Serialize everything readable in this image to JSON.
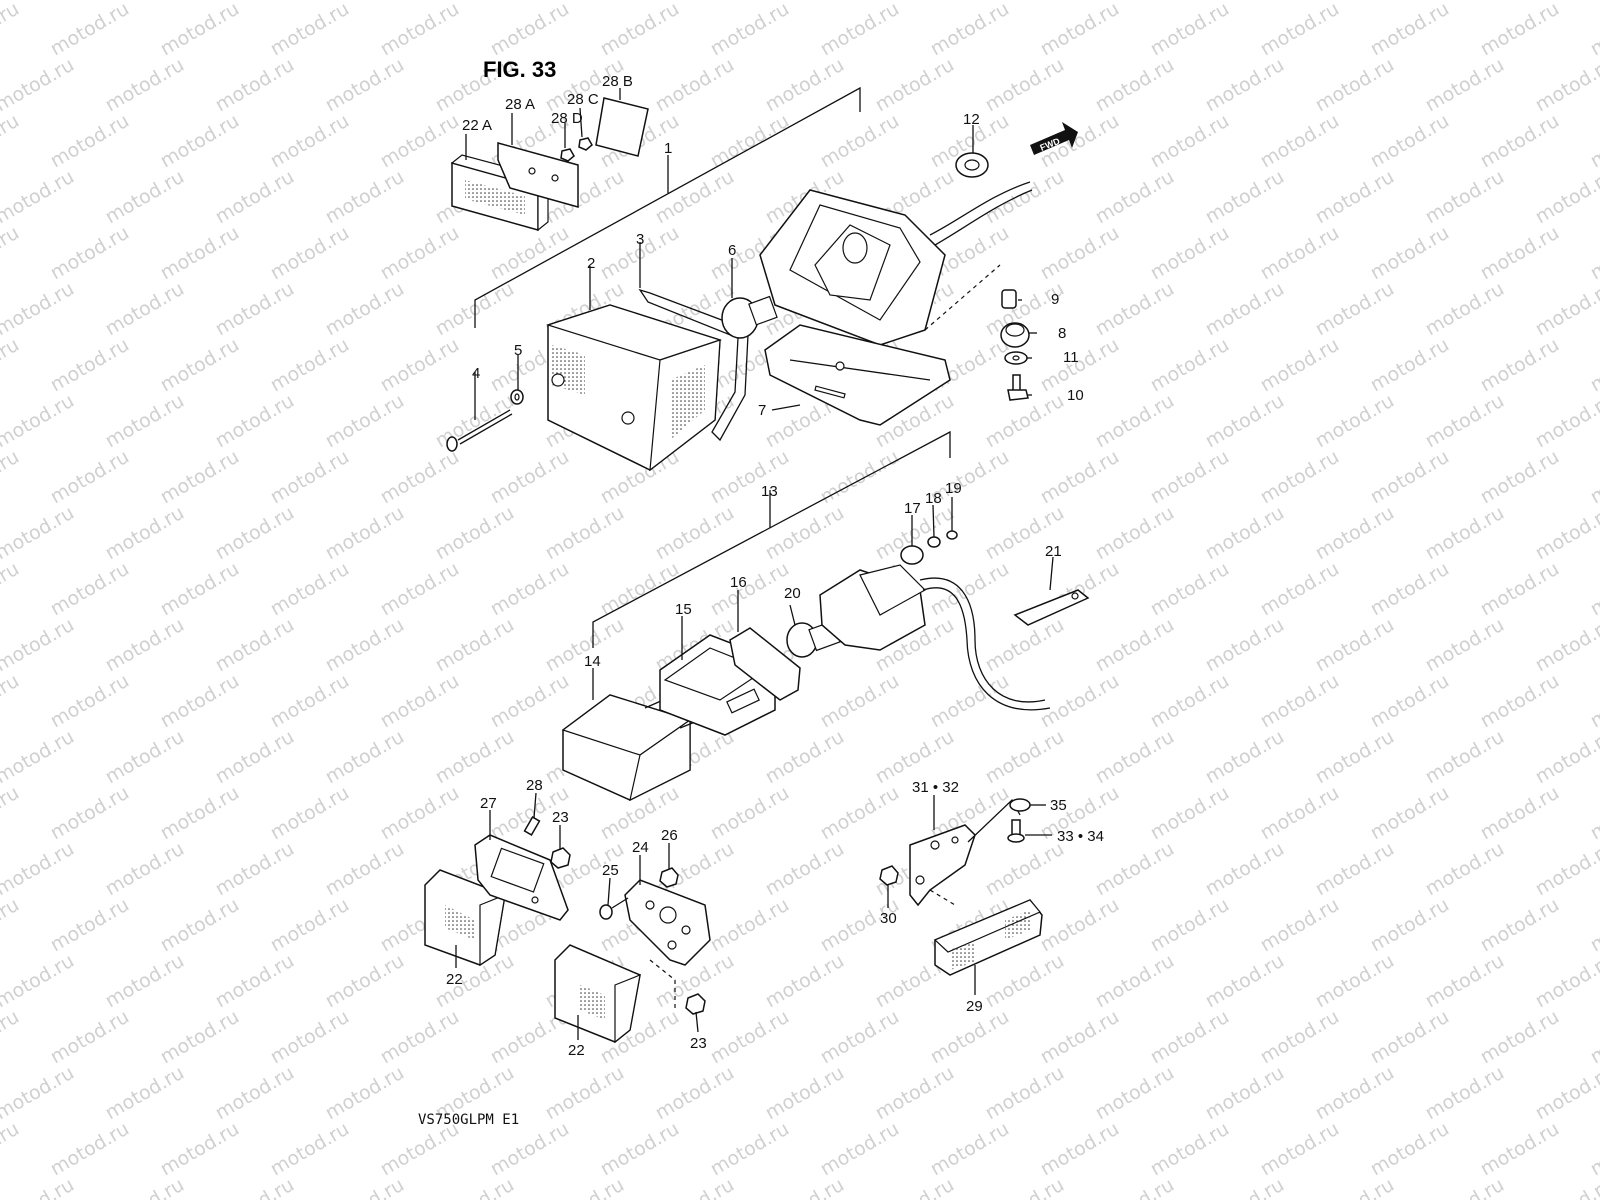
{
  "figure": {
    "title": "FIG. 33",
    "model_code": "VS750GLPM E1",
    "forward_marker": "FWD",
    "watermark": "motod.ru"
  },
  "part_labels": {
    "p1": "1",
    "p2": "2",
    "p3": "3",
    "p4": "4",
    "p5": "5",
    "p6": "6",
    "p7": "7",
    "p8": "8",
    "p9": "9",
    "p10": "10",
    "p11": "11",
    "p12": "12",
    "p13": "13",
    "p14": "14",
    "p15": "15",
    "p16": "16",
    "p17": "17",
    "p18": "18",
    "p19": "19",
    "p20": "20",
    "p21": "21",
    "p22a_top": "22 A",
    "p28a": "28 A",
    "p28b": "28 B",
    "p28c": "28 C",
    "p28d": "28 D",
    "p22_left": "22",
    "p22_mid": "22",
    "p23_top": "23",
    "p23_bottom": "23",
    "p24": "24",
    "p25": "25",
    "p26": "26",
    "p27": "27",
    "p28": "28",
    "p29": "29",
    "p30": "30",
    "p31_32": "31 • 32",
    "p33_34": "33 • 34",
    "p35": "35"
  },
  "colors": {
    "line": "#111111",
    "watermark": "#d0d0d0",
    "background": "#ffffff"
  }
}
